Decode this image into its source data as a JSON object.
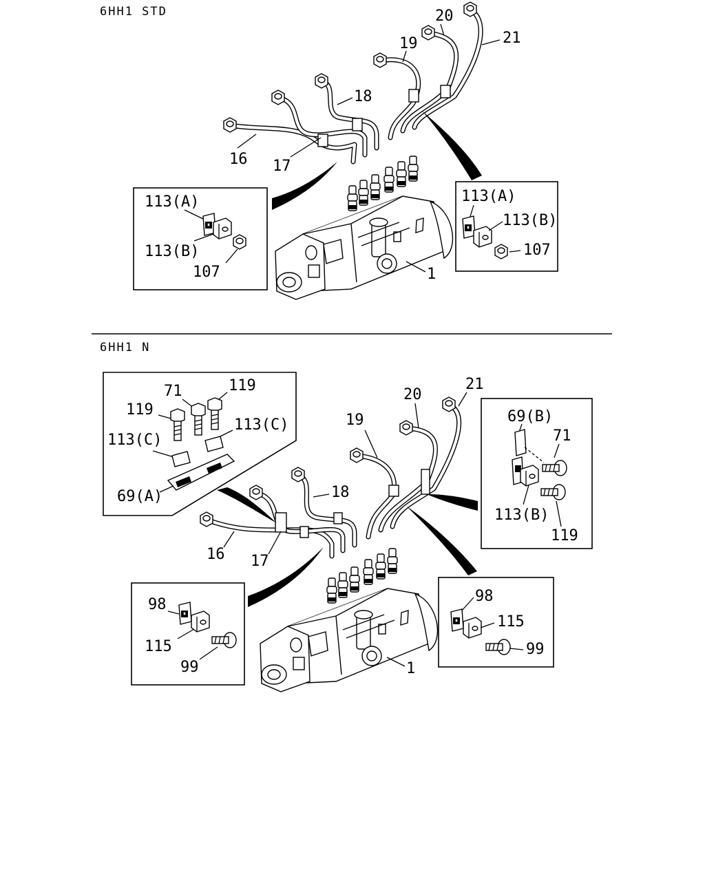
{
  "sections": [
    {
      "title": "6HH1 STD",
      "callouts": [
        "16",
        "17",
        "18",
        "19",
        "20",
        "21",
        "1"
      ],
      "inset_left": [
        "113(A)",
        "113(B)",
        "107"
      ],
      "inset_right": [
        "113(A)",
        "113(B)",
        "107"
      ]
    },
    {
      "title": "6HH1 N",
      "callouts": [
        "16",
        "17",
        "18",
        "19",
        "20",
        "21",
        "1"
      ],
      "inset_top_left": [
        "71",
        "119",
        "119",
        "113(C)",
        "113(C)",
        "69(A)"
      ],
      "inset_top_right": [
        "69(B)",
        "71",
        "113(B)",
        "119"
      ],
      "inset_bottom_left": [
        "98",
        "115",
        "99"
      ],
      "inset_bottom_right": [
        "98",
        "115",
        "99"
      ]
    }
  ]
}
